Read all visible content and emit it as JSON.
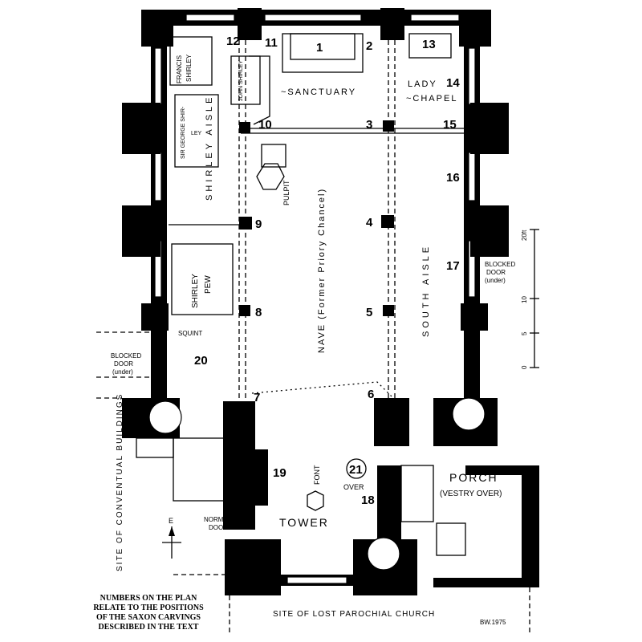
{
  "plan": {
    "labels": {
      "sanctuary": "~SANCTUARY",
      "lady": "LADY",
      "chapel": "~CHAPEL",
      "shirley_aisle": "SHIRLEY  AISLE",
      "south_aisle": "SOUTH  AISLE",
      "nave": "NAVE (Former Priory Chancel)",
      "pulpit": "PULPIT",
      "shirley": "SHIRLEY",
      "pew": "PEW",
      "francis": "FRANCIS",
      "francis_shirley": "SHIRLEY",
      "sir_george": "SIR GEORGE SHIR-",
      "sir_george_ley": "LEY",
      "john_shirley": "JOHN SHIRLEY",
      "squint": "SQUINT",
      "blocked_door_left_1": "BLOCKED",
      "blocked_door_left_2": "DOOR",
      "blocked_door_left_3": "(under)",
      "blocked_door_right_1": "BLOCKED",
      "blocked_door_right_2": "DOOR",
      "blocked_door_right_3": "(under)",
      "porch": "PORCH",
      "vestry": "(VESTRY OVER)",
      "font": "FONT",
      "tower": "TOWER",
      "over": "OVER",
      "norman_1": "NORMAN",
      "norman_2": "DOOR",
      "conventual": "SITE  OF  CONVENTUAL  BUILDINGS",
      "parochial": "SITE  OF  LOST  PAROCHIAL  CHURCH",
      "signature": "BW.1975",
      "north_e": "E"
    },
    "numbers": [
      "1",
      "2",
      "3",
      "4",
      "5",
      "6",
      "7",
      "8",
      "9",
      "10",
      "11",
      "12",
      "13",
      "14",
      "15",
      "16",
      "17",
      "18",
      "19",
      "20",
      "21"
    ],
    "scale": {
      "top": "20ft",
      "mid1": "10",
      "mid2": "5",
      "zero": "0"
    }
  },
  "caption": {
    "line1": "NUMBERS ON THE PLAN",
    "line2": "RELATE TO THE POSITIONS",
    "line3": "OF THE SAXON CARVINGS",
    "line4": "DESCRIBED IN THE TEXT"
  }
}
